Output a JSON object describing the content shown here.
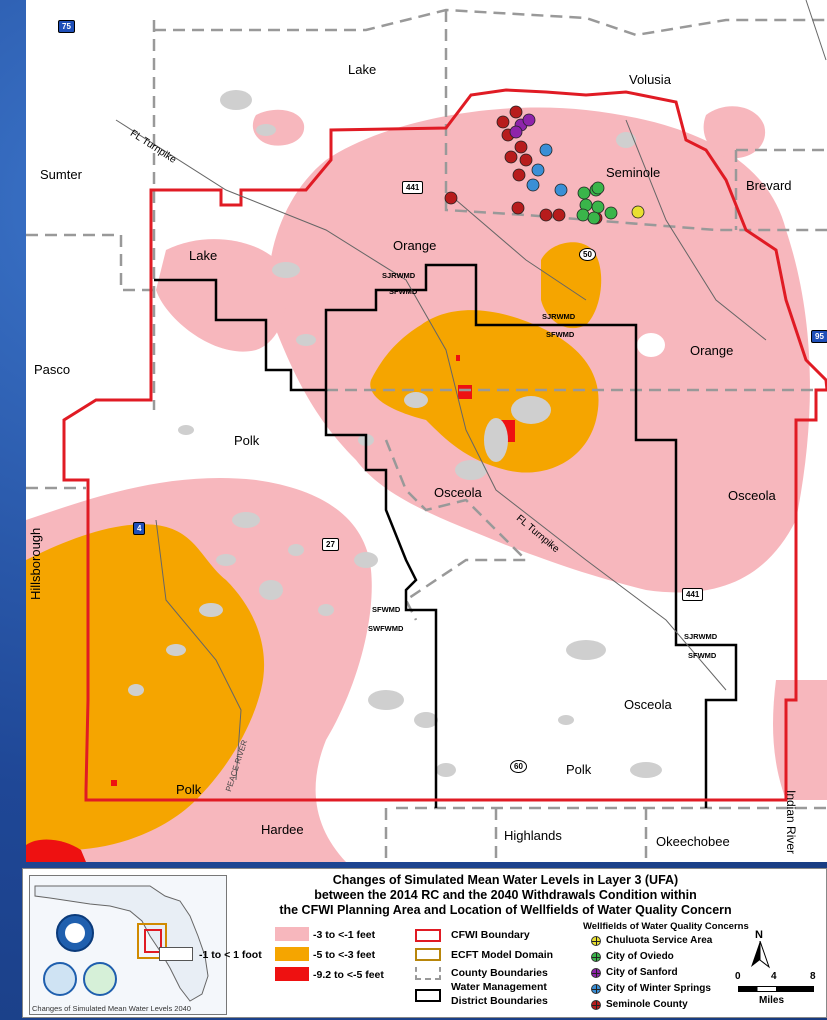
{
  "map": {
    "county_labels": {
      "lake_north": "Lake",
      "volusia": "Volusia",
      "sumter": "Sumter",
      "seminole": "Seminole",
      "brevard": "Brevard",
      "lake_west": "Lake",
      "orange_north": "Orange",
      "orange_east": "Orange",
      "pasco": "Pasco",
      "polk_north": "Polk",
      "osceola_center": "Osceola",
      "osceola_east": "Osceola",
      "hillsborough": "Hillsborough",
      "osceola_south": "Osceola",
      "polk_south": "Polk",
      "polk_southwest": "Polk",
      "indian_river": "Indian River",
      "hardee": "Hardee",
      "highlands": "Highlands",
      "okeechobee": "Okeechobee"
    },
    "district_labels": {
      "sjrwmd_1": "SJRWMD",
      "sfwmd_1": "SFWMD",
      "sjrwmd_2": "SJRWMD",
      "sfwmd_2": "SFWMD",
      "sfwmd_3": "SFWMD",
      "swfwmd_3": "SWFWMD",
      "sjrwmd_4": "SJRWMD",
      "sfwmd_4": "SFWMD"
    },
    "road_labels": {
      "turnpike_north": "FL Turnpike",
      "turnpike_south": "FL Turnpike",
      "peace_river": "PEACE RIVER",
      "i75": "75",
      "i4": "4",
      "i95": "95",
      "us441_north": "441",
      "us441_south": "441",
      "sr50": "50",
      "us27": "27",
      "sr60": "60"
    }
  },
  "legend": {
    "title_line1": "Changes of Simulated Mean Water Levels in Layer 3 (UFA)",
    "title_line2": "between the 2014 RC and the 2040 Withdrawals Condition within",
    "title_line3": "the CFWI Planning Area and Location of Wellfields of Water Quality Concern",
    "inset_caption": "Changes of Simulated Mean Water Levels 2040",
    "classes": [
      {
        "label": "-1 to < 1 foot",
        "color": "#ffffff"
      },
      {
        "label": "-3 to <-1 feet",
        "color": "#f7b7bd"
      },
      {
        "label": "-5 to <-3 feet",
        "color": "#f5a500"
      },
      {
        "label": "-9.2 to <-5 feet",
        "color": "#ee1111"
      }
    ],
    "boundaries": [
      {
        "label": "CFWI Boundary",
        "color": "#e01b24"
      },
      {
        "label": "ECFT Model Domain",
        "color": "#b8860b"
      },
      {
        "label": "County Boundaries",
        "color": "#999999"
      },
      {
        "label": "Water Management District Boundaries",
        "label_line1": "Water Management",
        "label_line2": "District Boundaries",
        "color": "#000000"
      }
    ],
    "wellfields_title": "Wellfields of Water Quality Concerns",
    "wellfields": [
      {
        "label": "Chuluota Service Area",
        "color": "#e8e030"
      },
      {
        "label": "City of Oviedo",
        "color": "#3ab54a"
      },
      {
        "label": "City of Sanford",
        "color": "#8e24aa"
      },
      {
        "label": "City of Winter Springs",
        "color": "#3a8fd6"
      },
      {
        "label": "Seminole County",
        "color": "#b71c1c"
      }
    ],
    "north_label": "N",
    "scale_ticks": [
      "0",
      "4",
      "8"
    ],
    "scale_unit": "Miles"
  }
}
